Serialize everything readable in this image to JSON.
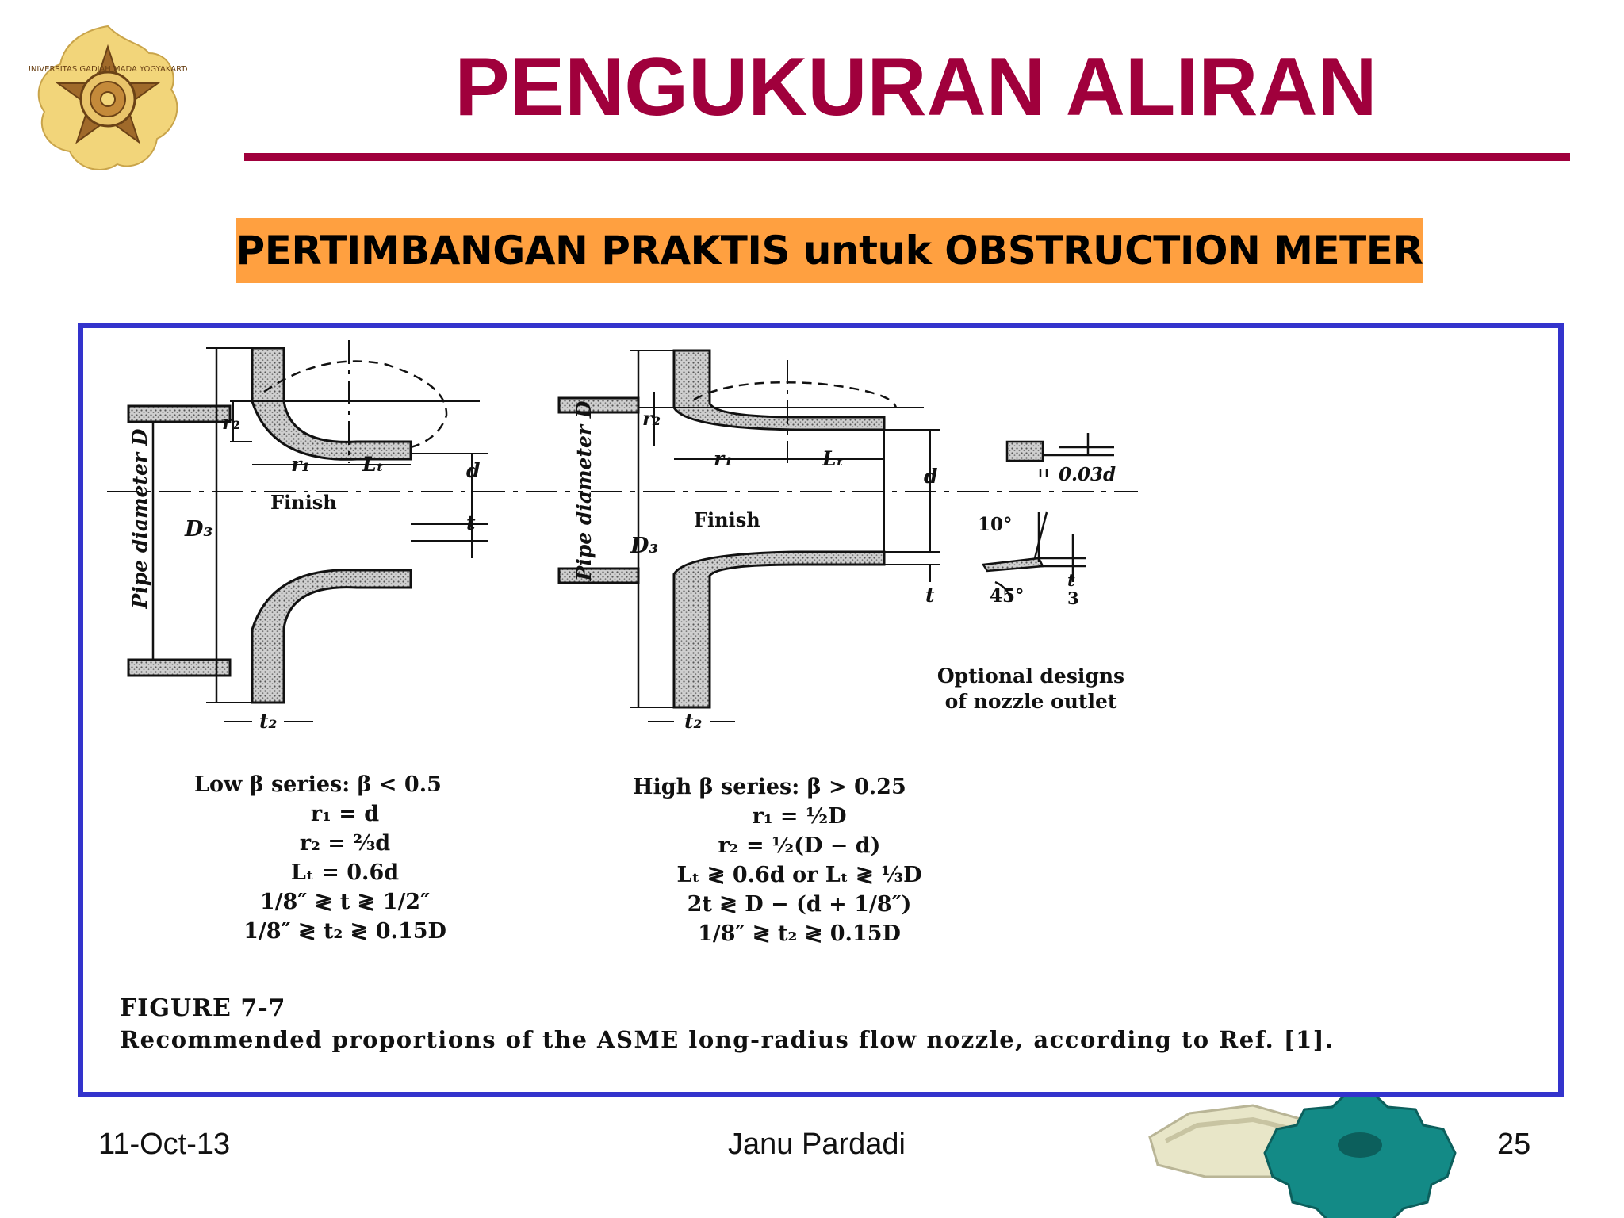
{
  "slide": {
    "title": "PENGUKURAN ALIRAN",
    "subtitle": "PERTIMBANGAN PRAKTIS untuk OBSTRUCTION METER",
    "accent_color": "#a0003c",
    "subtitle_bg": "#ffa040",
    "frame_color": "#3333cc"
  },
  "logo": {
    "icon": "university-seal-icon",
    "ring_text": "UNIVERSITAS GADJAH MADA YOGYAKARTA"
  },
  "figure": {
    "caption_number": "FIGURE 7-7",
    "caption_text": "Recommended proportions of the ASME long-radius flow nozzle, according to Ref. [1].",
    "labels": {
      "pipe_diameter": "Pipe diameter D",
      "d3": "D₃",
      "r1": "r₁",
      "r2": "r₂",
      "lt": "Lₜ",
      "d": "d",
      "t": "t",
      "t2": "t₂",
      "finish": "Finish",
      "outlet_gap": "0.03d",
      "angle_10": "10°",
      "angle_45": "45°",
      "t_over_3_num": "t",
      "t_over_3_den": "3"
    },
    "low_beta": {
      "heading": "Low β series: β < 0.5",
      "lines": [
        "r₁ = d",
        "r₂ = ⅔d",
        "Lₜ = 0.6d",
        "1/8″ ≷ t ≷ 1/2″",
        "1/8″ ≷ t₂ ≷ 0.15D"
      ]
    },
    "high_beta": {
      "heading": "High β series: β > 0.25",
      "lines": [
        "r₁ = ½D",
        "r₂ = ½(D − d)",
        "Lₜ ≷ 0.6d or Lₜ ≷ ⅓D",
        "2t ≷ D − (d + 1/8″)",
        "1/8″ ≷ t₂ ≷ 0.15D"
      ]
    },
    "optional": {
      "line1": "Optional designs",
      "line2": "of nozzle outlet"
    }
  },
  "footer": {
    "date": "11-Oct-13",
    "author": "Janu Pardadi",
    "page": "25"
  },
  "decor": {
    "icon": "gears-icon"
  }
}
